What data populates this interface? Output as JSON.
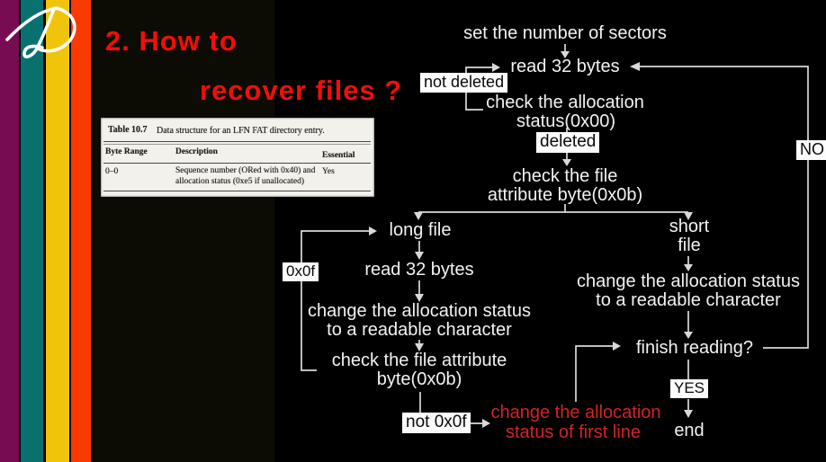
{
  "slide": {
    "title_line1": "2. How to",
    "title_line2": "recover files ?"
  },
  "colors": {
    "title_red": "#f50d08",
    "flow_red": "#d22522",
    "stripe_magenta": "#770c52",
    "stripe_teal": "#087170",
    "stripe_yellow": "#f1c40c",
    "stripe_orange": "#fb3a02",
    "connector_gray": "#d9d9d9",
    "background": "#000000"
  },
  "table": {
    "caption_label": "Table 10.7",
    "caption_text": "Data structure for an LFN FAT directory entry.",
    "col_byte_range": "Byte Range",
    "col_description": "Description",
    "col_essential": "Essential",
    "row": {
      "byte_range": "0–0",
      "desc_line1": "Sequence number (ORed with 0x40) and",
      "desc_line2": "allocation status (0xe5 if unallocated)",
      "essential": "Yes"
    }
  },
  "flow": {
    "set_sectors": "set the number of sectors",
    "read_32_bytes": "read 32 bytes",
    "not_deleted": "not deleted",
    "check_alloc_1": "check the allocation",
    "check_alloc_2": "status(0x00)",
    "deleted": "deleted",
    "check_attr_1": "check the file",
    "check_attr_2": "attribute byte(0x0b)",
    "no": "NO",
    "long_file": "long file",
    "ox0f": "0x0f",
    "change_status_1": "change the allocation status",
    "change_status_2": "to a readable character",
    "check_attr_long_1": "check the file attribute",
    "check_attr_long_2": "byte(0x0b)",
    "not_ox0f": "not 0x0f",
    "change_first_1": "change the allocation",
    "change_first_2": "status of first line",
    "short_1": "short",
    "short_2": "file",
    "finish_reading": "finish reading?",
    "yes": "YES",
    "end": "end"
  }
}
